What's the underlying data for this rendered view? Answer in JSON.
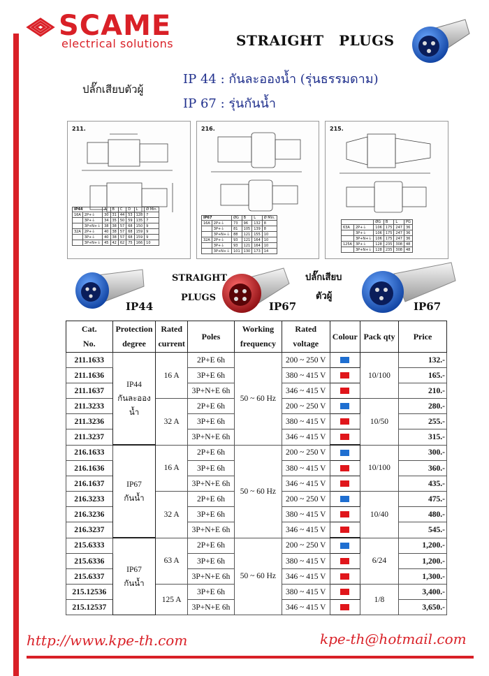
{
  "brand": {
    "name": "SCAME",
    "tagline": "electrical solutions"
  },
  "heading": "STRAIGHT PLUGS",
  "thai_product_label": "ปลั๊กเสียบตัวผู้",
  "ip_lines": [
    "IP 44 : กันละอองน้ำ (รุ่นธรรมดาม)",
    "IP 67 : รุ่นกันน้ำ"
  ],
  "drawings": [
    {
      "code": "211.",
      "table": {
        "headers": [
          "IP44",
          "A",
          "B",
          "C",
          "D",
          "L",
          "Ø Min."
        ],
        "rows": [
          [
            "16A",
            "2P+⏚",
            "30",
            "31",
            "44",
            "53",
            "128",
            "7"
          ],
          [
            "",
            "3P+⏚",
            "34",
            "35",
            "50",
            "59",
            "135",
            "7"
          ],
          [
            "",
            "3P+N+⏚",
            "38",
            "38",
            "57",
            "68",
            "150",
            "9"
          ],
          [
            "32A",
            "2P+⏚",
            "40",
            "38",
            "57",
            "68",
            "159",
            "9"
          ],
          [
            "",
            "3P+⏚",
            "40",
            "38",
            "57",
            "68",
            "159",
            "9"
          ],
          [
            "",
            "3P+N+⏚",
            "45",
            "42",
            "62",
            "75",
            "166",
            "10"
          ]
        ]
      }
    },
    {
      "code": "216.",
      "table": {
        "headers": [
          "IP67",
          "ØG",
          "B",
          "L",
          "Ø Min."
        ],
        "rows": [
          [
            "16A",
            "2P+⏚",
            "73",
            "96",
            "132",
            "8"
          ],
          [
            "",
            "3P+⏚",
            "81",
            "105",
            "139",
            "8"
          ],
          [
            "",
            "3P+N+⏚",
            "88",
            "121",
            "155",
            "10"
          ],
          [
            "32A",
            "2P+⏚",
            "93",
            "121",
            "164",
            "10"
          ],
          [
            "",
            "3P+⏚",
            "93",
            "121",
            "164",
            "10"
          ],
          [
            "",
            "3P+N+⏚",
            "101",
            "130",
            "173",
            "14"
          ]
        ]
      }
    },
    {
      "code": "215.",
      "table": {
        "headers": [
          "",
          "ØG",
          "B",
          "L",
          "PG"
        ],
        "rows": [
          [
            "63A",
            "2P+⏚",
            "106",
            "175",
            "247",
            "36"
          ],
          [
            "",
            "3P+⏚",
            "106",
            "175",
            "247",
            "36"
          ],
          [
            "",
            "3P+N+⏚",
            "106",
            "175",
            "247",
            "36"
          ],
          [
            "125A",
            "3P+⏚",
            "128",
            "235",
            "308",
            "48"
          ],
          [
            "",
            "3P+N+⏚",
            "128",
            "235",
            "308",
            "48"
          ]
        ]
      }
    }
  ],
  "middle": {
    "straight": "STRAIGHT",
    "plugs": "PLUGS",
    "thai_1": "ปลั๊กเสียบ",
    "thai_2": "ตัวผู้",
    "ip_left": "IP44",
    "ip_center": "IP67",
    "ip_right": "IP67"
  },
  "table": {
    "headers": {
      "cat_1": "Cat.",
      "cat_2": "No.",
      "prot_1": "Protection",
      "prot_2": "degree",
      "rated_1": "Rated",
      "rated_2": "current",
      "poles": "Poles",
      "freq_1": "Working",
      "freq_2": "frequency",
      "volt_1": "Rated",
      "volt_2": "voltage",
      "colour": "Colour",
      "pack": "Pack qty",
      "price": "Price"
    },
    "groups": [
      {
        "protection": [
          "IP44",
          "กันละออง",
          "น้ำ"
        ],
        "frequency": "50 ~ 60 Hz",
        "rows": [
          {
            "cat": "211.1633",
            "poles": "2P+E  6h",
            "voltage": "200 ~ 250 V",
            "colour": "#1f6fd1",
            "price": "132.-"
          },
          {
            "cat": "211.1636",
            "poles": "3P+E  6h",
            "voltage": "380 ~ 415 V",
            "colour": "#e0161b",
            "price": "165.-"
          },
          {
            "cat": "211.1637",
            "poles": "3P+N+E 6h",
            "voltage": "346 ~ 415 V",
            "colour": "#e0161b",
            "price": "210.-"
          },
          {
            "cat": "211.3233",
            "poles": "2P+E  6h",
            "voltage": "200 ~ 250 V",
            "colour": "#1f6fd1",
            "price": "280.-"
          },
          {
            "cat": "211.3236",
            "poles": "3P+E  6h",
            "voltage": "380 ~ 415 V",
            "colour": "#e0161b",
            "price": "255.-"
          },
          {
            "cat": "211.3237",
            "poles": "3P+N+E 6h",
            "voltage": "346 ~ 415 V",
            "colour": "#e0161b",
            "price": "315.-"
          }
        ],
        "currents": [
          "16 A",
          "32 A"
        ],
        "packs": [
          "10/100",
          "10/50"
        ]
      },
      {
        "protection": [
          "IP67",
          "กันน้ำ"
        ],
        "frequency": "50 ~ 60 Hz",
        "rows": [
          {
            "cat": "216.1633",
            "poles": "2P+E  6h",
            "voltage": "200 ~ 250 V",
            "colour": "#1f6fd1",
            "price": "300.-"
          },
          {
            "cat": "216.1636",
            "poles": "3P+E  6h",
            "voltage": "380 ~ 415 V",
            "colour": "#e0161b",
            "price": "360.-"
          },
          {
            "cat": "216.1637",
            "poles": "3P+N+E 6h",
            "voltage": "346 ~ 415 V",
            "colour": "#e0161b",
            "price": "435.-"
          },
          {
            "cat": "216.3233",
            "poles": "2P+E  6h",
            "voltage": "200 ~ 250 V",
            "colour": "#1f6fd1",
            "price": "475.-"
          },
          {
            "cat": "216.3236",
            "poles": "3P+E  6h",
            "voltage": "380 ~ 415 V",
            "colour": "#e0161b",
            "price": "480.-"
          },
          {
            "cat": "216.3237",
            "poles": "3P+N+E 6h",
            "voltage": "346 ~ 415 V",
            "colour": "#e0161b",
            "price": "545.-"
          }
        ],
        "currents": [
          "16 A",
          "32 A"
        ],
        "packs": [
          "10/100",
          "10/40"
        ]
      },
      {
        "protection": [
          "IP67",
          "กันน้ำ"
        ],
        "frequency": "50 ~ 60 Hz",
        "rows": [
          {
            "cat": "215.6333",
            "poles": "2P+E  6h",
            "voltage": "200 ~ 250 V",
            "colour": "#1f6fd1",
            "price": "1,200.-"
          },
          {
            "cat": "215.6336",
            "poles": "3P+E  6h",
            "voltage": "380 ~ 415 V",
            "colour": "#e0161b",
            "price": "1,200.-"
          },
          {
            "cat": "215.6337",
            "poles": "3P+N+E 6h",
            "voltage": "346 ~ 415 V",
            "colour": "#e0161b",
            "price": "1,300.-"
          },
          {
            "cat": "215.12536",
            "poles": "3P+E  6h",
            "voltage": "380 ~ 415 V",
            "colour": "#e0161b",
            "price": "3,400.-"
          },
          {
            "cat": "215.12537",
            "poles": "3P+N+E 6h",
            "voltage": "346 ~ 415 V",
            "colour": "#e0161b",
            "price": "3,650.-"
          }
        ],
        "currents": [
          "63 A",
          "125 A"
        ],
        "packs": [
          "6/24",
          "1/8"
        ]
      }
    ]
  },
  "footer": {
    "url": "http://www.kpe-th.com",
    "email": "kpe-th@hotmail.com"
  },
  "colors": {
    "brand_red": "#d92027",
    "plug_blue": "#1f5fc8",
    "plug_red": "#c8141c",
    "ip_text_blue": "#1f2f8c"
  }
}
